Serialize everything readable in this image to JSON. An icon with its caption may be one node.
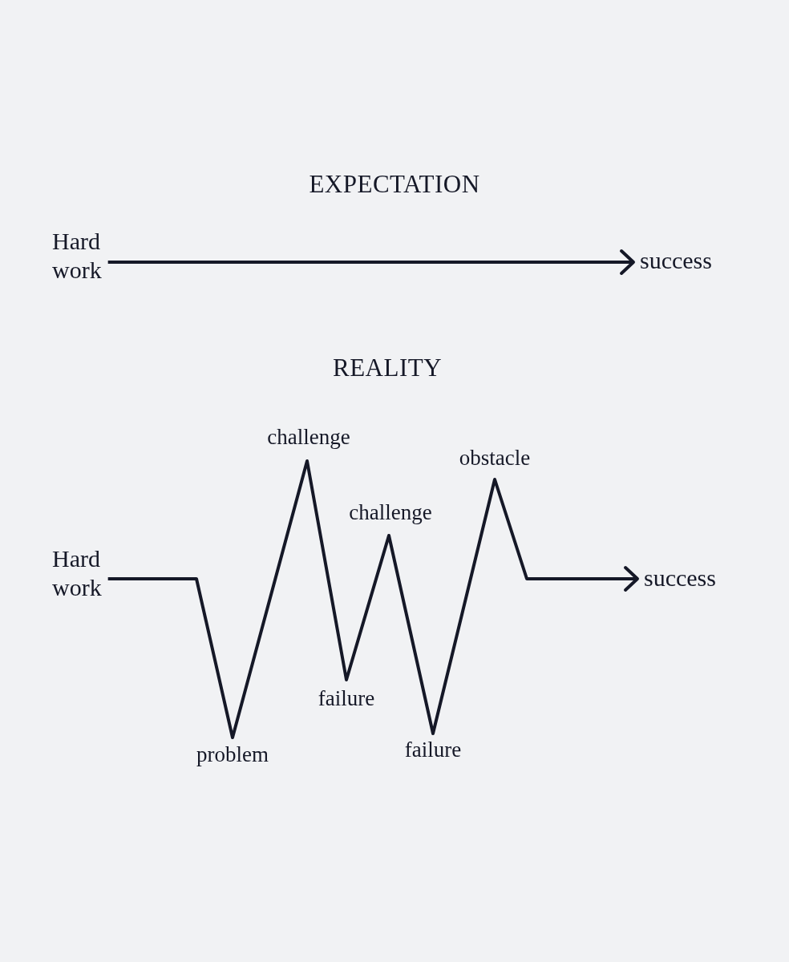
{
  "diagram": {
    "nodes": [
      {
        "text": [
          "Hard work"
        ]
      },
      {
        "text": [
          "success"
        ]
      },
      {
        "text": [
          "Hard work"
        ]
      },
      {
        "text": [
          "success"
        ]
      }
    ],
    "edges": [
      {
        "from": 0,
        "to": 1,
        "arrow": "to"
      },
      {
        "from": 2,
        "to": 3,
        "arrow": "to"
      }
    ],
    "labels": [
      "EXPECTATION",
      "REALITY",
      "challenge",
      "obstacle",
      "challenge",
      "failure",
      "problem",
      "failure"
    ]
  }
}
